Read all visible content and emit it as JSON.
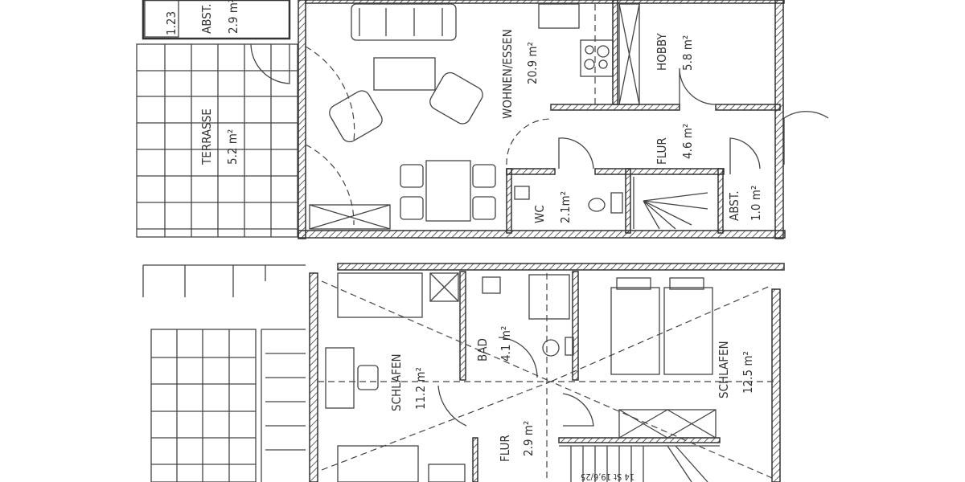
{
  "ground_floor": {
    "rooms": [
      {
        "name": "ABST.",
        "area": "2.9 m²"
      },
      {
        "name": "TERRASSE",
        "area": "5.2 m²"
      },
      {
        "name": "WOHNEN/ESSEN",
        "area": "20.9 m²"
      },
      {
        "name": "HOBBY",
        "area": "5.8 m²"
      },
      {
        "name": "FLUR",
        "area": "4.6 m²"
      },
      {
        "name": "WC",
        "area": "2.1m²"
      },
      {
        "name": "ABST.",
        "area": "1.0 m²"
      }
    ],
    "dimension": "1.23"
  },
  "upper_floor": {
    "rooms": [
      {
        "name": "SCHLAFEN",
        "area": "11.2 m²"
      },
      {
        "name": "BAD",
        "area": "4.1 m²"
      },
      {
        "name": "FLUR",
        "area": "2.9 m²"
      },
      {
        "name": "SCHLAFEN",
        "area": "12.5 m²"
      }
    ],
    "stair_label": "14 St 19,6/25"
  }
}
